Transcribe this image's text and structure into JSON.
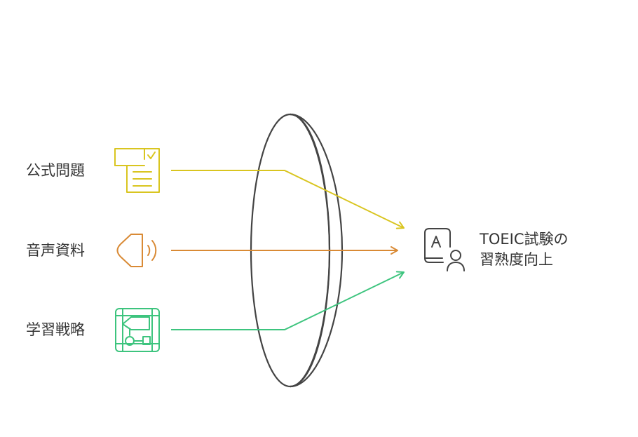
{
  "inputs": [
    {
      "label": "公式問題",
      "icon": "document-checklist-icon",
      "color": "#D9C520"
    },
    {
      "label": "音声資料",
      "icon": "speaker-icon",
      "color": "#D98A35"
    },
    {
      "label": "学習戦略",
      "icon": "flowchart-icon",
      "color": "#3DC47E"
    }
  ],
  "lens": {
    "icon": "lens-disc",
    "stroke": "#444444"
  },
  "output": {
    "icon": "exam-tablet-person-icon",
    "line1": "TOEIC試験の",
    "line2": "習熟度向上",
    "color": "#444444"
  }
}
